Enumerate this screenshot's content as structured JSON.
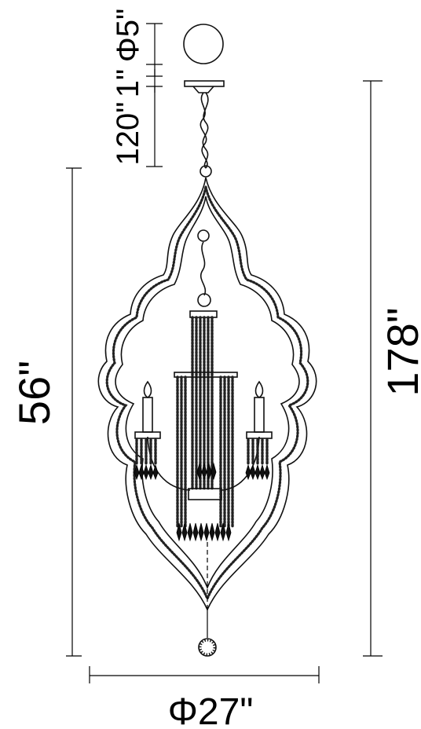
{
  "dimensions": {
    "overall_height": "178\"",
    "body_height": "56\"",
    "chain_length": "120\"",
    "canopy_height": "1\"",
    "canopy_diameter": "Φ5\"",
    "body_diameter": "Φ27\""
  },
  "colors": {
    "line": "#000000",
    "background": "#ffffff"
  }
}
